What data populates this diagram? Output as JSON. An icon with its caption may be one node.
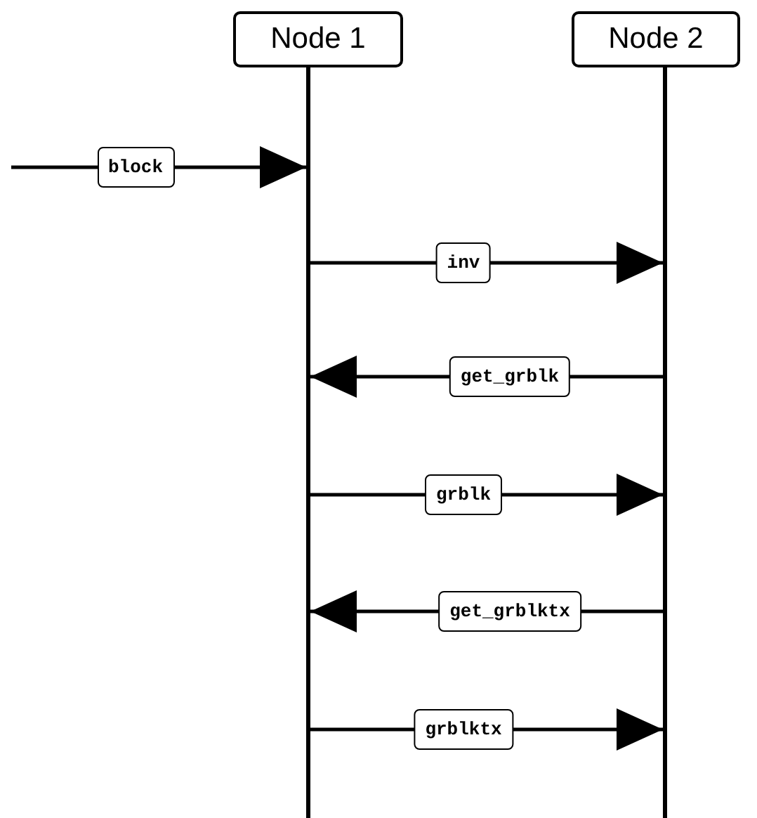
{
  "diagram": {
    "nodes": [
      {
        "text": [
          "Node 1"
        ]
      },
      {
        "text": [
          "Node 2"
        ]
      },
      {
        "text": [],
        "shape": "bar"
      },
      {
        "text": [],
        "shape": "bar"
      }
    ],
    "edges": [
      {
        "from": null,
        "to": 2,
        "arrow": "to",
        "label": "block"
      },
      {
        "from": 2,
        "to": 3,
        "arrow": "to",
        "label": "inv"
      },
      {
        "from": 3,
        "to": 2,
        "arrow": "to",
        "label": "get_grblk"
      },
      {
        "from": 2,
        "to": 3,
        "arrow": "to",
        "label": "grblk"
      },
      {
        "from": 3,
        "to": 2,
        "arrow": "to",
        "label": "get_grblktx"
      },
      {
        "from": 2,
        "to": 3,
        "arrow": "to",
        "label": "grblktx"
      }
    ]
  }
}
